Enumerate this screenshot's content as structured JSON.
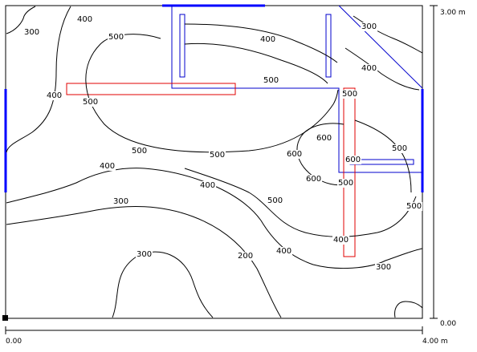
{
  "dimensions": {
    "x_start": "0.00",
    "x_end": "4.00 m",
    "y_top": "3.00 m",
    "y_bottom": "0.00"
  },
  "contour_labels": {
    "l300_tl": "300",
    "l400_tl": "400",
    "l500_tl": "500",
    "l400_ml": "400",
    "l500_ml": "500",
    "l400_tc": "400",
    "l500_tc": "500",
    "l300_tr": "300",
    "l400_tr": "400",
    "l500_window": "500",
    "l500_c1": "500",
    "l500_c2": "500",
    "l400_c1": "400",
    "l400_c2": "400",
    "l300_c": "300",
    "l600_a": "600",
    "l600_b": "600",
    "l600_c": "600",
    "l600_d": "600",
    "l500_r1": "500",
    "l500_r2": "500",
    "l500_r3": "500",
    "l500_mid": "500",
    "l400_mid": "400",
    "l400_r": "400",
    "l300_mid": "300",
    "l200": "200",
    "l300_br": "300"
  },
  "colors": {
    "room_outline": "#000000",
    "window": "#0000ff",
    "luminaire": "#e00000",
    "furniture": "#0000cc",
    "isoline": "#000000"
  }
}
